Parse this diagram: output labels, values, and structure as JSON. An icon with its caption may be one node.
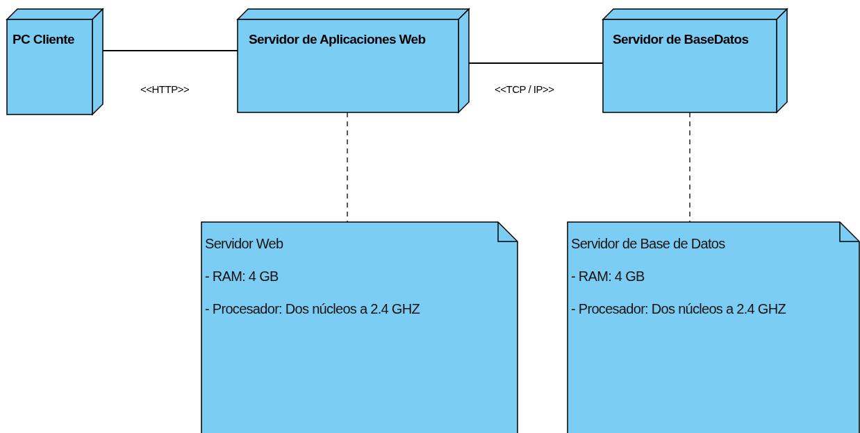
{
  "diagram": {
    "nodes": [
      {
        "text": [
          "PC Cliente"
        ]
      },
      {
        "text": [
          "Servidor de Aplicaciones Web"
        ]
      },
      {
        "text": [
          "Servidor de BaseDatos"
        ]
      },
      {
        "text": [
          "Servidor Web",
          "- RAM: 4 GB",
          "- Procesador: Dos núcleos a 2.4 GHZ"
        ]
      },
      {
        "text": [
          "Servidor de Base de Datos",
          "- RAM: 4 GB",
          "- Procesador: Dos núcleos a 2.4 GHZ"
        ]
      }
    ],
    "edges": [
      {
        "from": 0,
        "to": 1,
        "arrow": "none",
        "label": "<<HTTP>>"
      },
      {
        "from": 1,
        "to": 2,
        "arrow": "none",
        "label": "<<TCP / IP>>"
      },
      {
        "from": 1,
        "to": 3,
        "arrow": "none",
        "style": "dashed"
      },
      {
        "from": 2,
        "to": 4,
        "arrow": "none",
        "style": "dashed"
      }
    ]
  }
}
